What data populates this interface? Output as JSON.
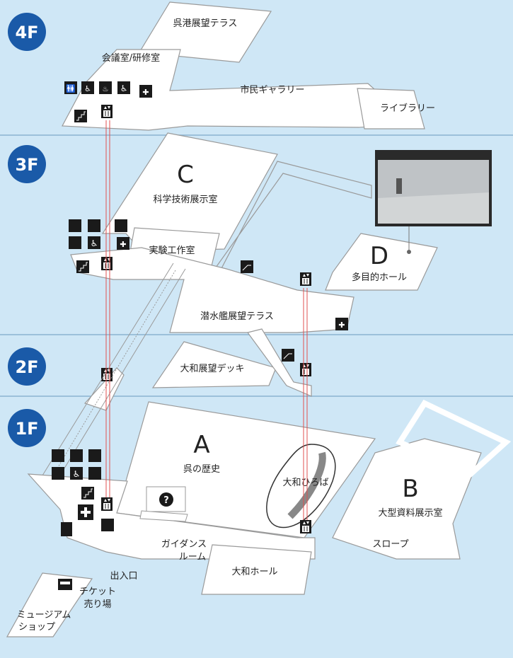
{
  "floors": [
    {
      "badge": "4F"
    },
    {
      "badge": "3F"
    },
    {
      "badge": "2F"
    },
    {
      "badge": "1F"
    }
  ],
  "labels": {
    "kure_terrace": "呉港展望テラス",
    "meeting_room": "会議室/研修室",
    "citizen_gallery": "市民ギャラリー",
    "library": "ライブラリー",
    "zone_c": "C",
    "science_hall": "科学技術展示室",
    "lab": "実験工作室",
    "zone_d": "D",
    "multipurpose_hall": "多目的ホール",
    "submarine_terrace": "潜水艦展望テラス",
    "yamato_deck": "大和展望デッキ",
    "zone_a": "A",
    "kure_history": "呉の歴史",
    "yamato_plaza": "大和ひろば",
    "zone_b": "B",
    "large_exhibit": "大型資料展示室",
    "slope": "スロープ",
    "guidance_1": "ガイダンス",
    "guidance_2": "ルーム",
    "yamato_hall": "大和ホール",
    "entrance": "出入口",
    "ticket_1": "チケット",
    "ticket_2": "売り場",
    "shop_1": "ミュージアム",
    "shop_2": "ショップ"
  },
  "colors": {
    "background": "#cfe7f6",
    "floor_line": "#8cb4d0",
    "badge": "#1a5aa8",
    "room": "#ffffff",
    "room_stroke": "#9a9a9a",
    "icon": "#1a1a1a",
    "elevator_line": "#e05050"
  },
  "icons": {
    "toilet_family": "family-toilet-icon",
    "toilet": "toilet-icon",
    "baby": "baby-care-icon",
    "wheelchair": "wheelchair-icon",
    "aed": "aed-icon",
    "elevator": "elevator-icon",
    "stairs": "stairs-icon",
    "escalator": "escalator-icon",
    "info": "information-icon",
    "first_aid": "first-aid-icon",
    "locker": "locker-icon",
    "extinguisher": "fire-extinguisher-icon",
    "ticket": "ticket-machine-icon",
    "nursing": "nursing-room-icon"
  }
}
